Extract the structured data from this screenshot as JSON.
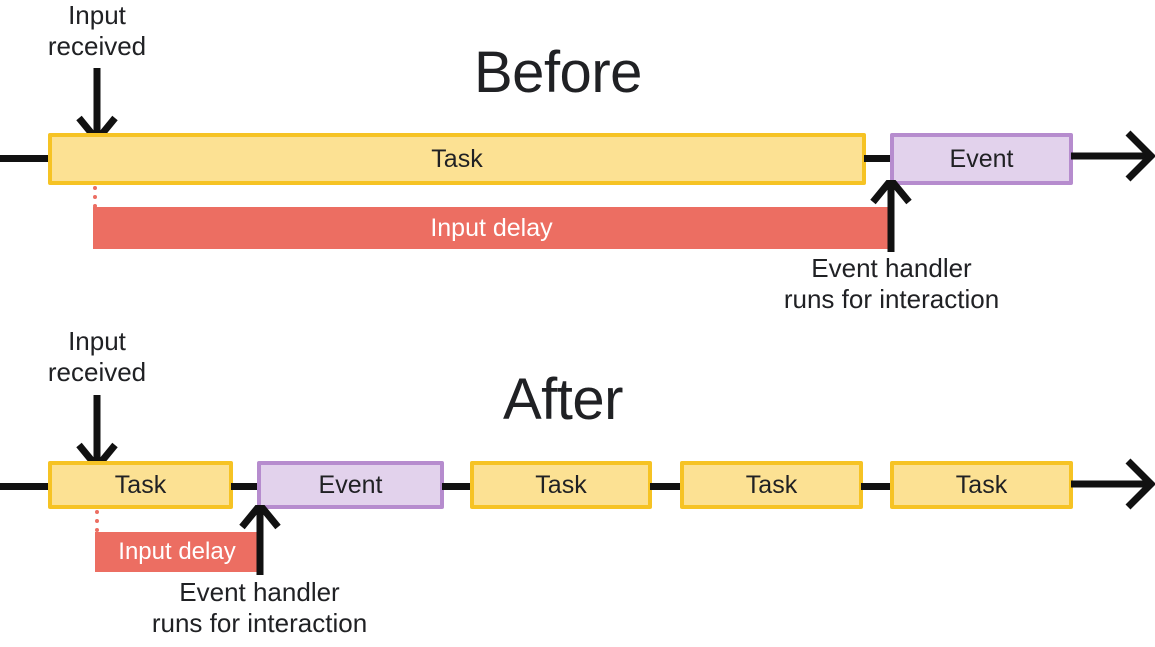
{
  "diagram": {
    "title_before": "Before",
    "title_after": "After",
    "labels": {
      "input_received_line1": "Input",
      "input_received_line2": "received",
      "event_handler_line1": "Event handler",
      "event_handler_line2": "runs for interaction",
      "input_delay": "Input delay",
      "task": "Task",
      "event": "Event"
    },
    "colors": {
      "task_fill": "#FCE193",
      "task_border": "#F6C324",
      "event_fill": "#E2D2EC",
      "event_border": "#B68CCE",
      "input_delay": "#EC6E62",
      "line": "#111111",
      "text": "#202124"
    },
    "before": {
      "title": "Before",
      "input_received": "Input\nreceived",
      "blocks": [
        {
          "type": "task",
          "label": "Task"
        },
        {
          "type": "event",
          "label": "Event"
        }
      ],
      "input_delay_label": "Input delay",
      "event_handler_note": "Event handler\nruns for interaction"
    },
    "after": {
      "title": "After",
      "input_received": "Input\nreceived",
      "blocks": [
        {
          "type": "task",
          "label": "Task"
        },
        {
          "type": "event",
          "label": "Event"
        },
        {
          "type": "task",
          "label": "Task"
        },
        {
          "type": "task",
          "label": "Task"
        },
        {
          "type": "task",
          "label": "Task"
        }
      ],
      "input_delay_label": "Input delay",
      "event_handler_note": "Event handler\nruns for interaction"
    }
  }
}
